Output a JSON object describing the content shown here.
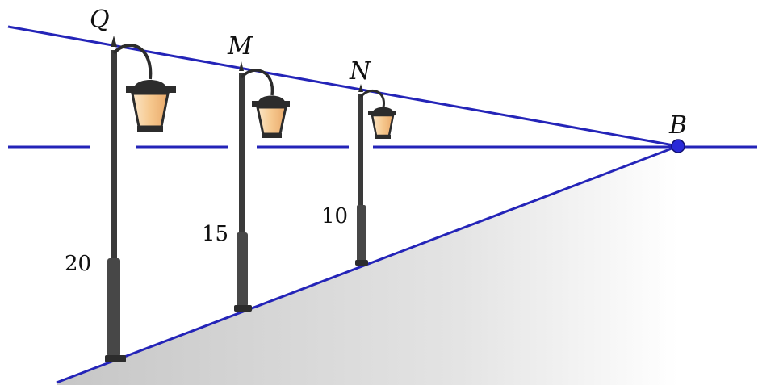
{
  "figure": {
    "points": {
      "Q": "Q",
      "M": "M",
      "N": "N",
      "B": "B"
    },
    "heights": {
      "Q": "20",
      "M": "15",
      "N": "10"
    },
    "lamps": [
      {
        "name": "lamp-Q",
        "height": 20
      },
      {
        "name": "lamp-M",
        "height": 15
      },
      {
        "name": "lamp-N",
        "height": 10
      }
    ],
    "colors": {
      "line": "#2424b8",
      "point_fill": "#2a2ad8",
      "post": "#3a3a3a",
      "lamp_glass": "#f5c58c",
      "ground_shadow": "#c9c9c9"
    }
  }
}
